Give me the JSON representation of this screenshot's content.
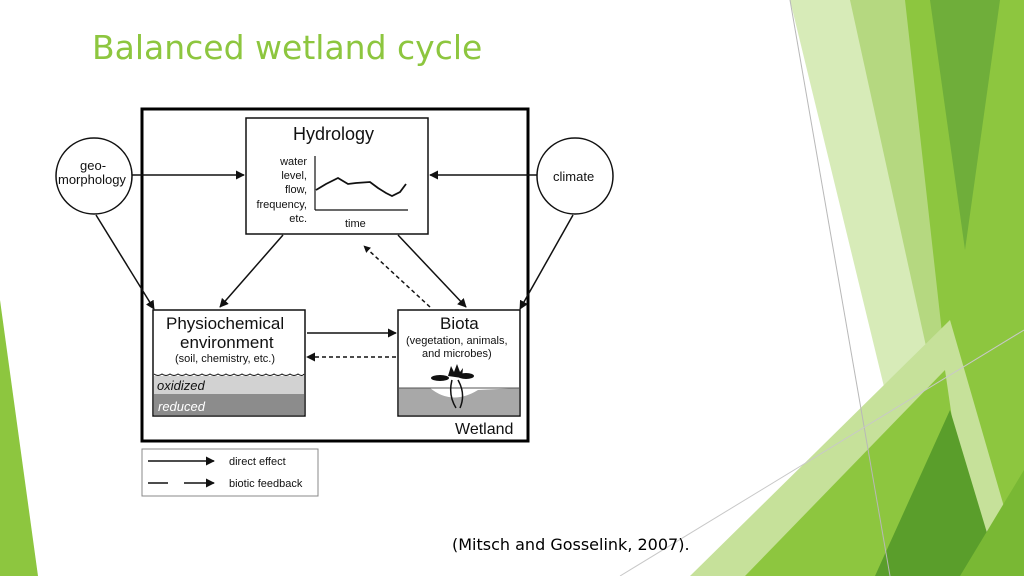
{
  "slide": {
    "title": "Balanced wetland cycle",
    "citation": "(Mitsch and Gosselink, 2007)."
  },
  "diagram": {
    "external_factors": {
      "geomorphology": [
        "geo-",
        "morphology"
      ],
      "climate": "climate"
    },
    "hydrology": {
      "title": "Hydrology",
      "y_label_lines": [
        "water",
        "level,",
        "flow,",
        "frequency,",
        "etc."
      ],
      "x_label": "time"
    },
    "physiochemical": {
      "title_lines": [
        "Physiochemical",
        "environment"
      ],
      "subtitle": "(soil, chemistry, etc.)",
      "layer_top": "oxidized",
      "layer_bottom": "reduced"
    },
    "biota": {
      "title": "Biota",
      "subtitle_lines": [
        "(vegetation, animals,",
        "and microbes)"
      ]
    },
    "boundary_label": "Wetland",
    "legend": {
      "direct_effect": "direct effect",
      "biotic_feedback": "biotic feedback"
    }
  },
  "colors": {
    "title_green": "#8dc63f",
    "deco_green_light": "#c6e19a",
    "deco_green_mid": "#8dc63f",
    "deco_green_dark": "#5a9e2b",
    "oxidized_gray": "#d2d2d2",
    "reduced_gray": "#8c8c8c"
  }
}
